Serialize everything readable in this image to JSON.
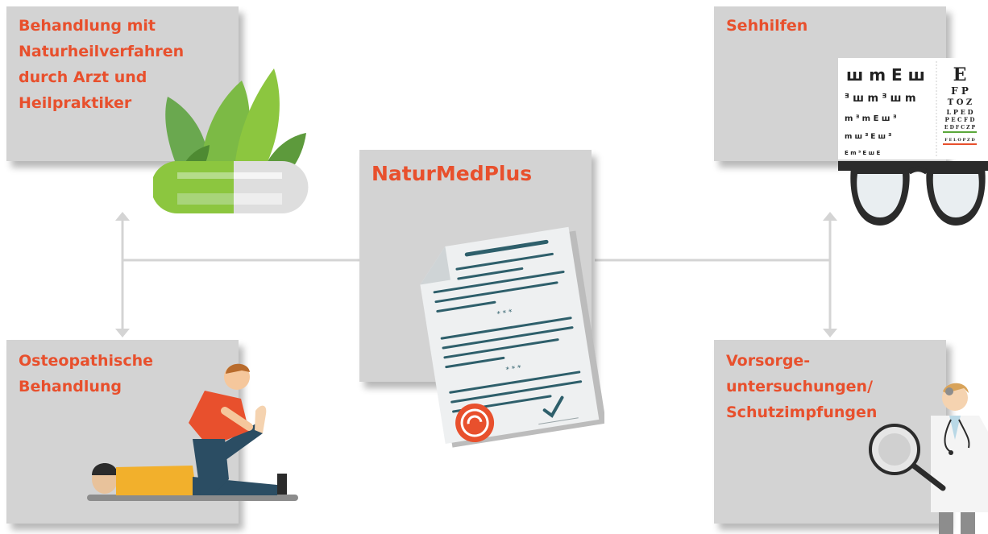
{
  "center": {
    "title": "NaturMedPlus"
  },
  "boxes": {
    "top_left": "Behandlung mit\nNaturheilverfahren\ndurch Arzt und\nHeilpraktiker",
    "top_right": "Sehhilfen",
    "bottom_left": "Osteopathische\nBehandlung",
    "bottom_right": "Vorsorge-\nuntersuchungen/\nSchutzimpfungen"
  },
  "colors": {
    "accent": "#e8502d",
    "box_bg": "#d3d3d3",
    "connector": "#d4d4d4",
    "document_lines": "#2e5f6b"
  },
  "icons": [
    "leaf-capsule-icon",
    "eye-chart-icon",
    "eyeglasses-icon",
    "document-icon",
    "seal-icon",
    "checkmark-icon",
    "therapist-patient-icon",
    "doctor-icon",
    "magnifier-icon"
  ]
}
